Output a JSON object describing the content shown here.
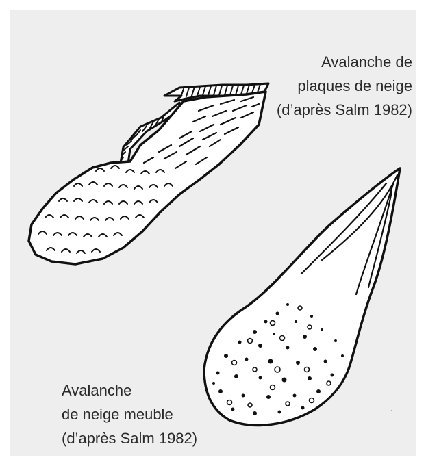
{
  "captions": {
    "slab_avalanche": {
      "line1": "Avalanche de",
      "line2": "plaques de neige",
      "line3": "(d’après Salm 1982)"
    },
    "loose_snow_avalanche": {
      "line1": "Avalanche",
      "line2": "de neige meuble",
      "line3": "(d’après Salm 1982)"
    }
  },
  "colors": {
    "panel_background": "#eeeeee",
    "ink": "#111111",
    "snow_fill": "#ffffff",
    "caption_text": "#2a2a2a"
  }
}
